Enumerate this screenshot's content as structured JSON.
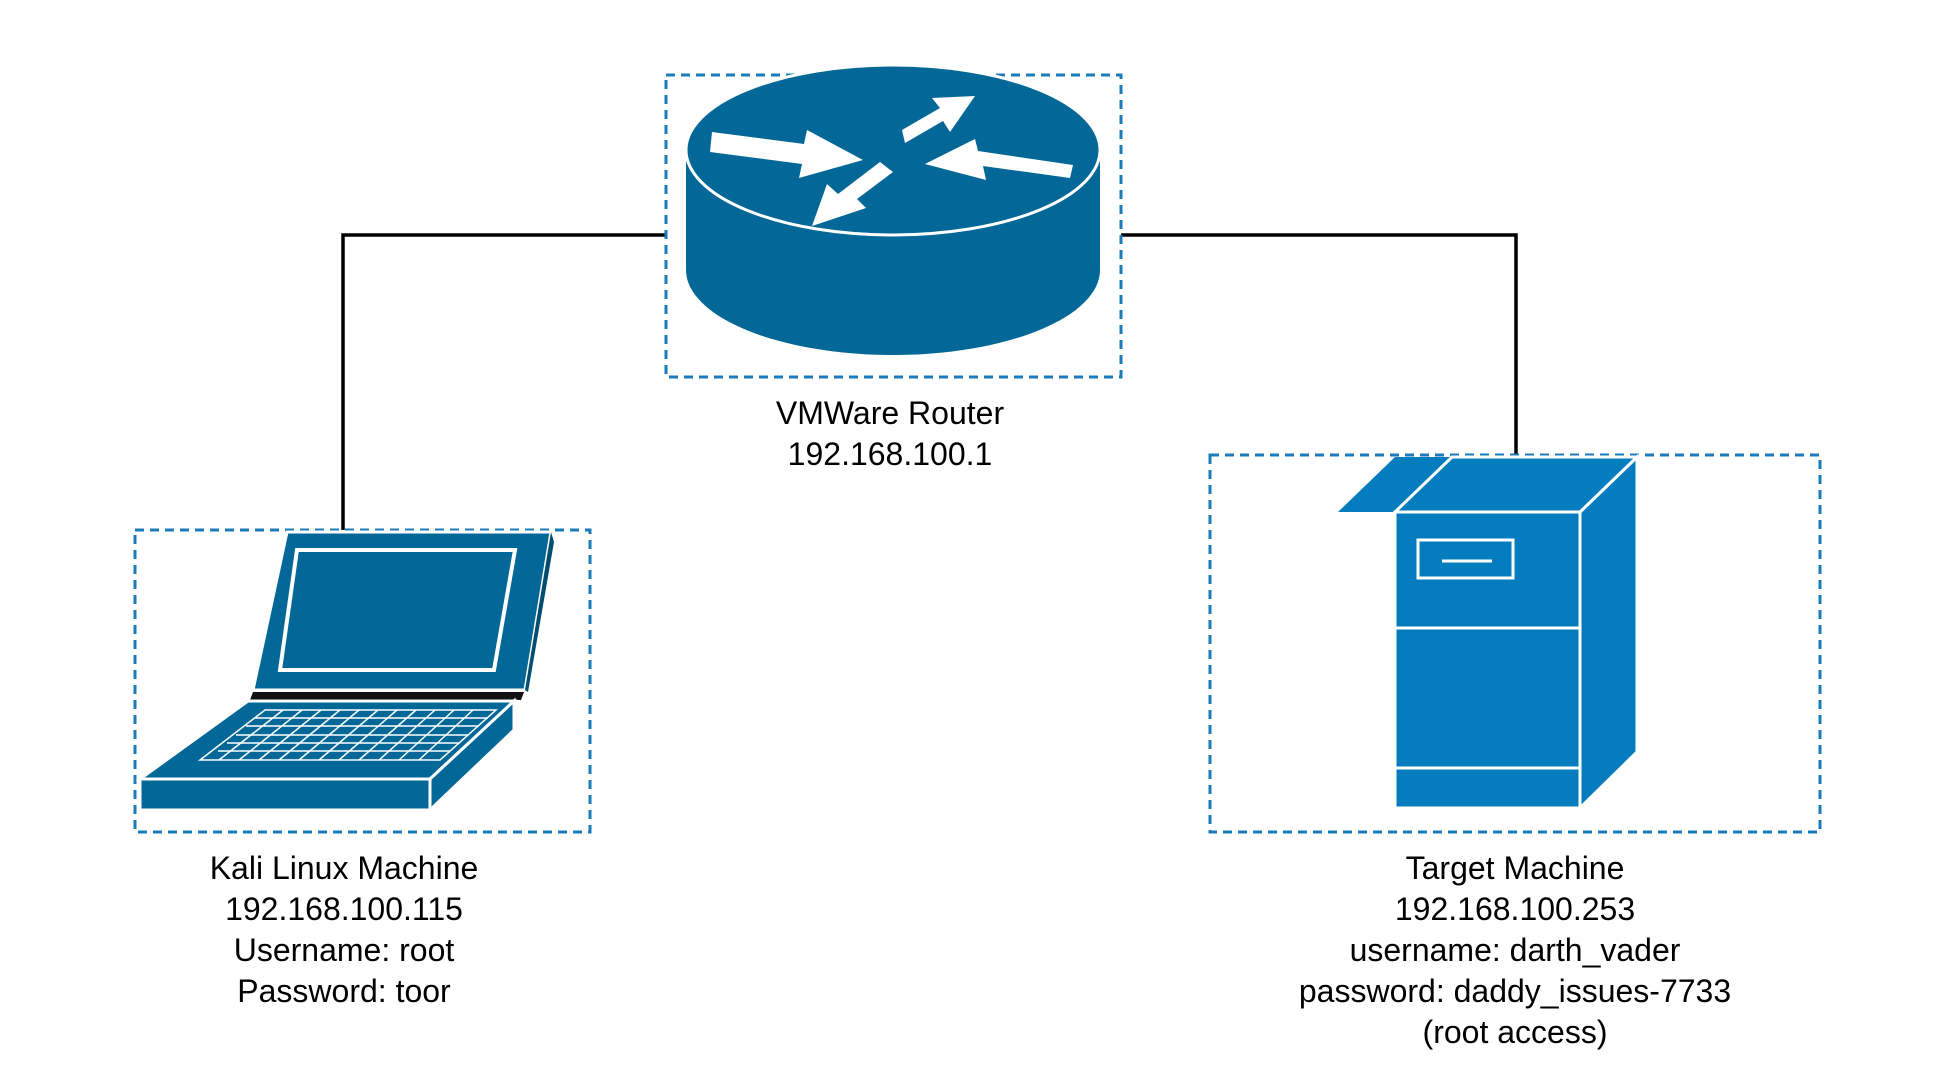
{
  "colors": {
    "device_fill": "#036897",
    "server_fill": "#047cbd",
    "selection_border": "#1a7bb8",
    "link_line": "#000000",
    "icon_highlight": "#ffffff"
  },
  "nodes": {
    "router": {
      "icon": "router-icon",
      "name": "VMWare Router",
      "ip": "192.168.100.1"
    },
    "kali": {
      "icon": "laptop-icon",
      "name": "Kali Linux Machine",
      "ip": "192.168.100.115",
      "username": "Username: root",
      "password": "Password: toor"
    },
    "target": {
      "icon": "server-icon",
      "name": "Target Machine",
      "ip": "192.168.100.253",
      "username": "username: darth_vader",
      "password": "password: daddy_issues-7733",
      "note": "(root access)"
    }
  },
  "links": [
    {
      "from": "router",
      "to": "kali"
    },
    {
      "from": "router",
      "to": "target"
    }
  ]
}
